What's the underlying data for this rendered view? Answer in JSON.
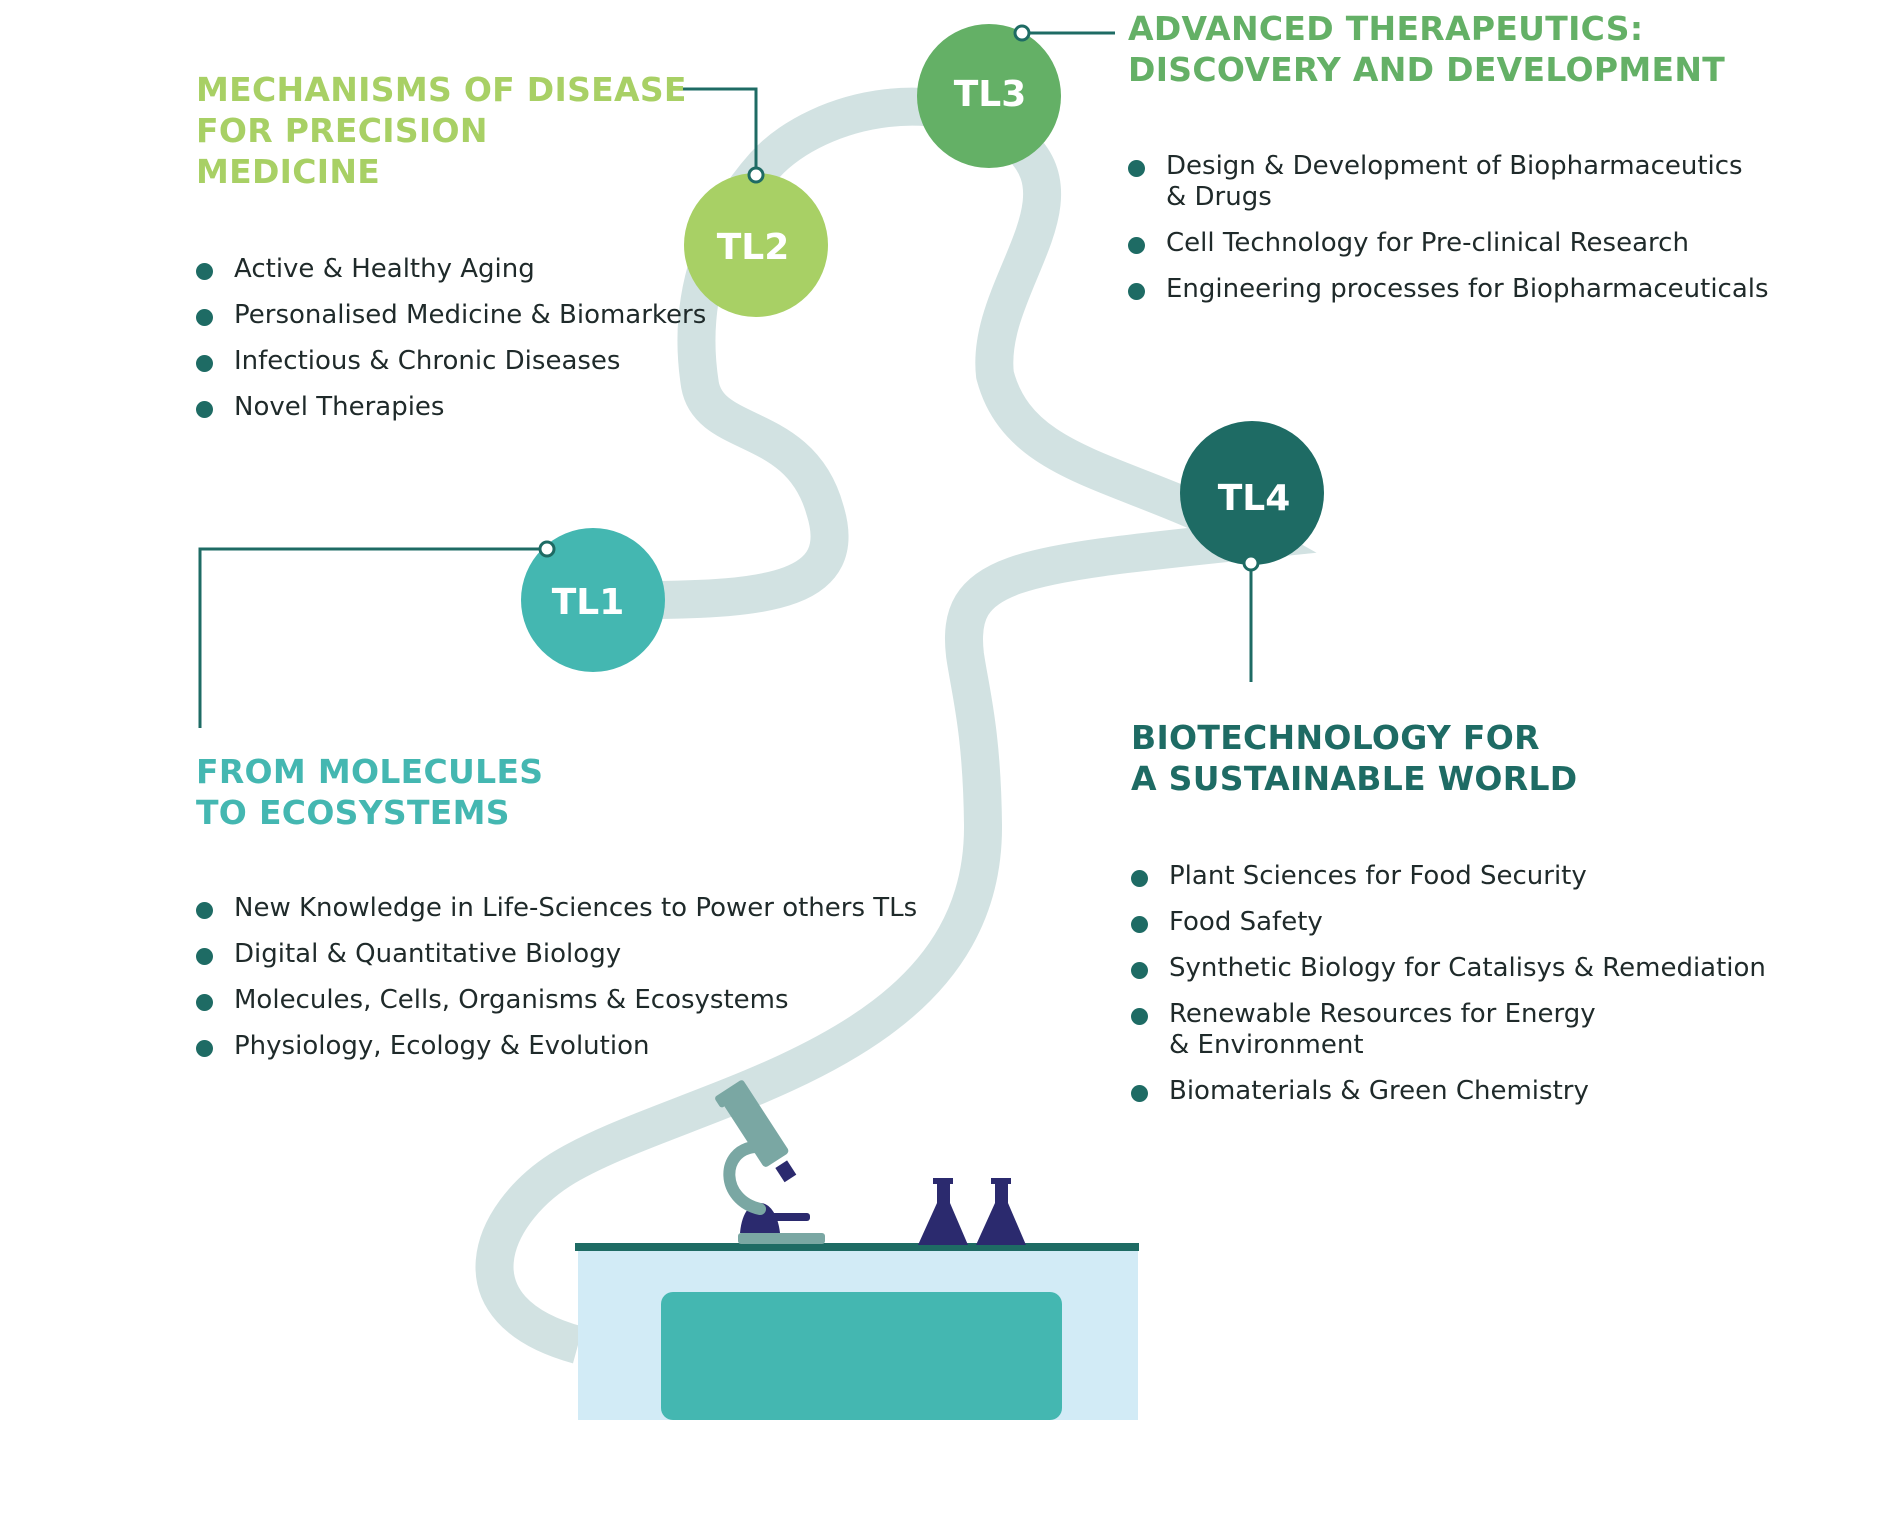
{
  "nodes": [
    {
      "id": "tl1",
      "label": "TL1",
      "color": "#44b7b1"
    },
    {
      "id": "tl2",
      "label": "TL2",
      "color": "#a8d065"
    },
    {
      "id": "tl3",
      "label": "TL3",
      "color": "#64b066"
    },
    {
      "id": "tl4",
      "label": "TL4",
      "color": "#1e6b64"
    }
  ],
  "colors": {
    "path": "#d2e2e2",
    "connector": "#1e6b64",
    "bullet": "#1e6b64",
    "text": "#1f2a2a",
    "bench_top": "#1e6b64",
    "bench_body": "#d2ebf6",
    "bench_panel": "#44b7b1",
    "microscope": "#7aa7a3",
    "flasks": "#2b2a6e"
  },
  "icons": [
    "microscope-icon",
    "flask-icon",
    "lab-bench"
  ],
  "themes": {
    "tl1": {
      "heading": [
        "FROM MOLECULES",
        "TO ECOSYSTEMS"
      ],
      "items": [
        [
          "New Knowledge in Life-Sciences to Power others TLs"
        ],
        [
          "Digital & Quantitative Biology"
        ],
        [
          "Molecules, Cells, Organisms & Ecosystems"
        ],
        [
          "Physiology, Ecology & Evolution"
        ]
      ]
    },
    "tl2": {
      "heading": [
        "MECHANISMS OF DISEASE",
        "FOR PRECISION",
        "MEDICINE"
      ],
      "items": [
        [
          "Active & Healthy Aging"
        ],
        [
          "Personalised Medicine & Biomarkers"
        ],
        [
          "Infectious &  Chronic Diseases"
        ],
        [
          "Novel Therapies"
        ]
      ]
    },
    "tl3": {
      "heading": [
        "ADVANCED THERAPEUTICS:",
        "DISCOVERY AND DEVELOPMENT"
      ],
      "items": [
        [
          "Design & Development of Biopharmaceutics",
          "& Drugs"
        ],
        [
          "Cell Technology for Pre-clinical Research"
        ],
        [
          "Engineering processes for Biopharmaceuticals"
        ]
      ]
    },
    "tl4": {
      "heading": [
        "BIOTECHNOLOGY FOR",
        "A SUSTAINABLE WORLD"
      ],
      "items": [
        [
          "Plant Sciences for Food Security"
        ],
        [
          "Food Safety"
        ],
        [
          "Synthetic Biology for Catalisys & Remediation"
        ],
        [
          "Renewable Resources for Energy",
          "& Environment"
        ],
        [
          "Biomaterials & Green Chemistry"
        ]
      ]
    }
  }
}
